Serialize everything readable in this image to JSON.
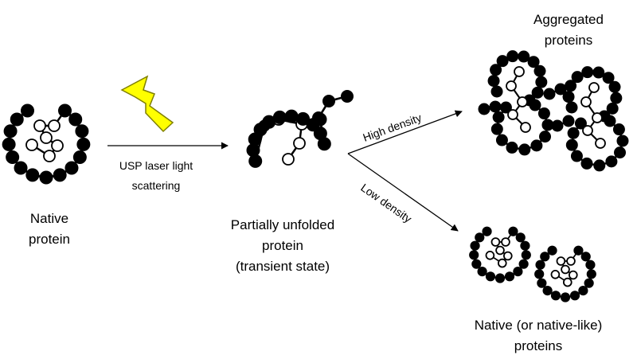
{
  "labels": {
    "native_protein": [
      "Native",
      "protein"
    ],
    "laser_caption": [
      "USP laser light",
      "scattering"
    ],
    "partially_unfolded": [
      "Partially unfolded",
      "protein",
      "(transient state)"
    ],
    "high_density": "High density",
    "low_density": "Low density",
    "aggregated": [
      "Aggregated",
      "proteins"
    ],
    "native_like": [
      "Native (or native-like)",
      "proteins"
    ]
  },
  "icons": {
    "laser": "lightning-bolt-icon"
  },
  "colors": {
    "bead_dark": "#000000",
    "bead_light": "#ffffff",
    "lightning_fill": "#ffff00",
    "lightning_stroke": "#7f7f00"
  }
}
